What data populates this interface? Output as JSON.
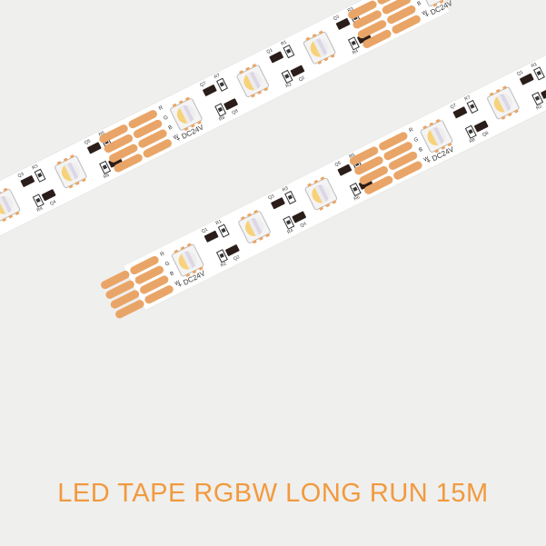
{
  "product_title": "LED TAPE RGBW LONG RUN 15M",
  "strip_labels": {
    "voltage": "DC24V",
    "plus": "+",
    "pads": [
      "R",
      "G",
      "B",
      "W"
    ],
    "components": [
      "Q1",
      "R1",
      "Q2",
      "R2",
      "Q3",
      "R3",
      "Q4",
      "R4",
      "Q5",
      "R5",
      "Q6",
      "R6",
      "Q7",
      "R7",
      "Q8",
      "R8"
    ]
  },
  "colors": {
    "background": "#efefee",
    "copper": "#e9a567",
    "title": "#f19a3e"
  }
}
